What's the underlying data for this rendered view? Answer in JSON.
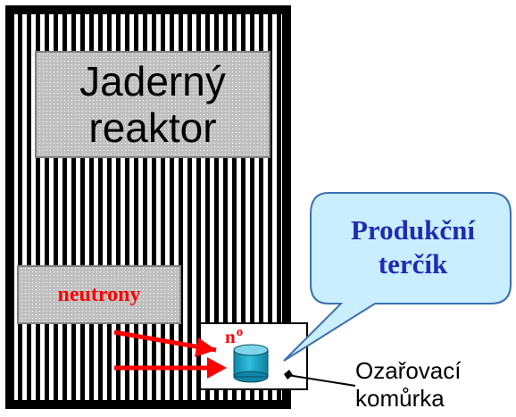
{
  "reactor": {
    "title_line1": "Jaderný",
    "title_line2": "reaktor"
  },
  "neutrons": {
    "label": "neutrony",
    "symbol": "n",
    "superscript": "o"
  },
  "callout": {
    "line1": "Produkční",
    "line2": "terčík"
  },
  "cell": {
    "line1": "Ozařovací",
    "line2": "komůrka"
  },
  "colors": {
    "reactor_frame": "#000000",
    "reactor_stripes": "#000000",
    "title_box": "#c0c0c0",
    "neutron_box": "#c0c0c0",
    "arrow": "#ff0000",
    "neutron_label": "#ff0000",
    "callout_fill": "#c9eeff",
    "callout_text": "#1f2bb5",
    "target_fill": "#1aa6c8",
    "target_top": "#7fd6ea"
  },
  "icons": {
    "target": "cylinder-icon"
  }
}
